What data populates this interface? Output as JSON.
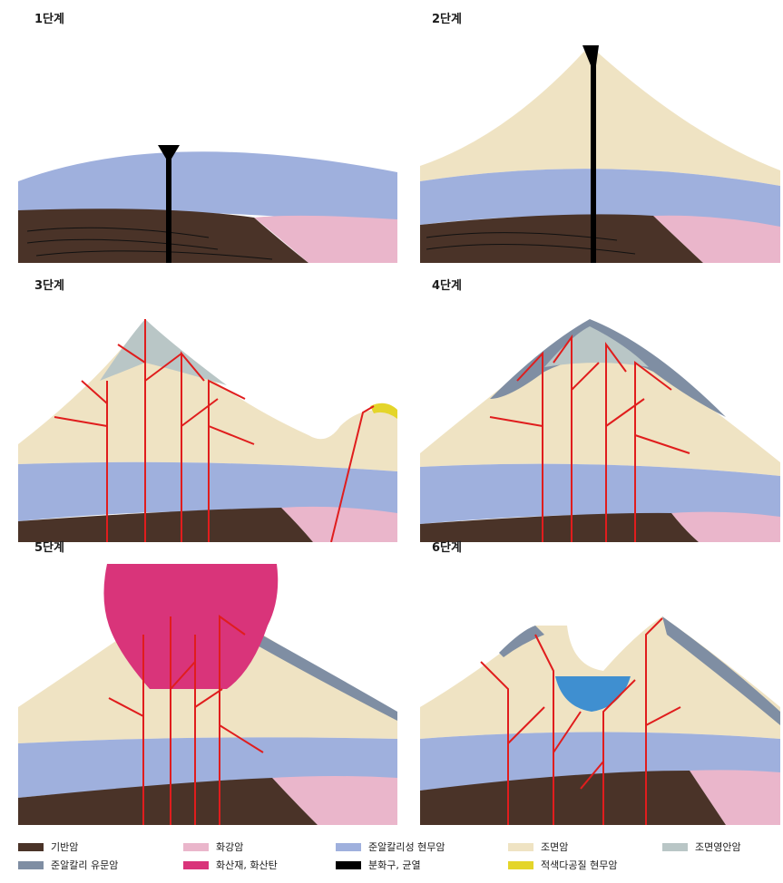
{
  "panels": [
    {
      "label": "1단계"
    },
    {
      "label": "2단계"
    },
    {
      "label": "3단계"
    },
    {
      "label": "4단계"
    },
    {
      "label": "5단계"
    },
    {
      "label": "6단계"
    }
  ],
  "colors": {
    "basement": "#4a3328",
    "rhyolite": "#7f8ea3",
    "granite": "#eab6cb",
    "volcanic_ash": "#d9347a",
    "trachybasalt": "#9fb0dd",
    "vent": "#000000",
    "trachyte": "#efe3c3",
    "red_porous_basalt": "#e4d52a",
    "trachyandesite": "#b9c6c6",
    "fracture": "#e01d1d",
    "lake": "#3f8fd0"
  },
  "legend": [
    {
      "label": "기반암",
      "color_key": "basement"
    },
    {
      "label": "준알칼리 유문암",
      "color_key": "rhyolite"
    },
    {
      "label": "화강암",
      "color_key": "granite"
    },
    {
      "label": "화산재, 화산탄",
      "color_key": "volcanic_ash"
    },
    {
      "label": "준알칼리성 현무암",
      "color_key": "trachybasalt"
    },
    {
      "label": "분화구, 균열",
      "color_key": "vent"
    },
    {
      "label": "조면암",
      "color_key": "trachyte"
    },
    {
      "label": "적색다공질 현무암",
      "color_key": "red_porous_basalt"
    },
    {
      "label": "조면영안암",
      "color_key": "trachyandesite"
    }
  ]
}
